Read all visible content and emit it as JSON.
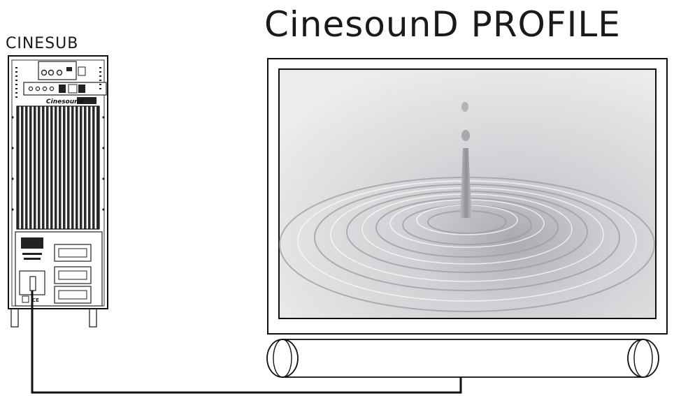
{
  "diagram": {
    "subwoofer_label": "CINESUB",
    "profile_title": "CinesounD PROFILE",
    "brand_logo": "Cinesound"
  }
}
